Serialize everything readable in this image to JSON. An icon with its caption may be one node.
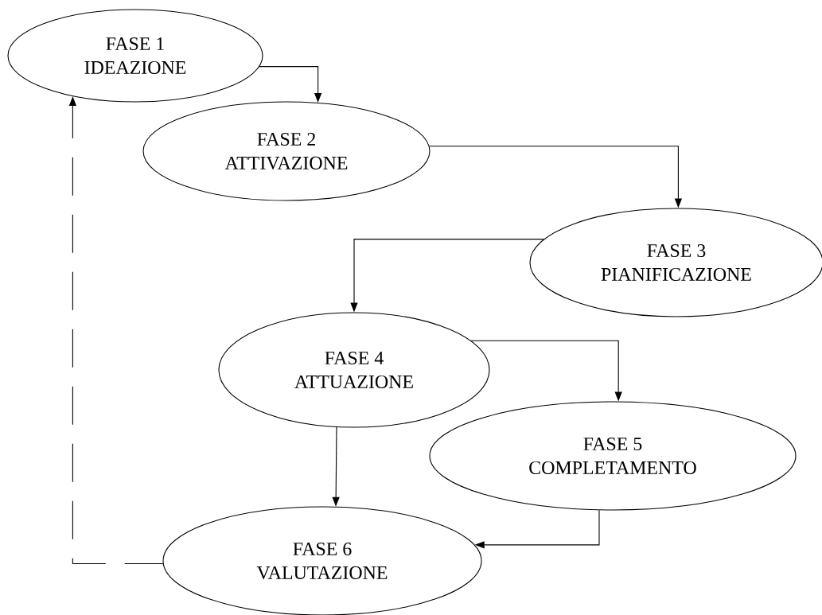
{
  "diagram": {
    "nodes": [
      {
        "text": [
          "FASE 1",
          "IDEAZIONE"
        ]
      },
      {
        "text": [
          "FASE 2",
          "ATTIVAZIONE"
        ]
      },
      {
        "text": [
          "FASE 3",
          "PIANIFICAZIONE"
        ]
      },
      {
        "text": [
          "FASE 4",
          "ATTUAZIONE"
        ]
      },
      {
        "text": [
          "FASE 5",
          "COMPLETAMENTO"
        ]
      },
      {
        "text": [
          "FASE 6",
          "VALUTAZIONE"
        ]
      }
    ],
    "edges": [
      {
        "from": 0,
        "to": 1,
        "arrow": "to"
      },
      {
        "from": 1,
        "to": 2,
        "arrow": "to"
      },
      {
        "from": 2,
        "to": 3,
        "arrow": "to"
      },
      {
        "from": 3,
        "to": 4,
        "arrow": "to"
      },
      {
        "from": 3,
        "to": 5,
        "arrow": "to"
      },
      {
        "from": 4,
        "to": 5,
        "arrow": "to"
      },
      {
        "from": 5,
        "to": 0,
        "arrow": "to",
        "style": "dashed"
      }
    ]
  }
}
